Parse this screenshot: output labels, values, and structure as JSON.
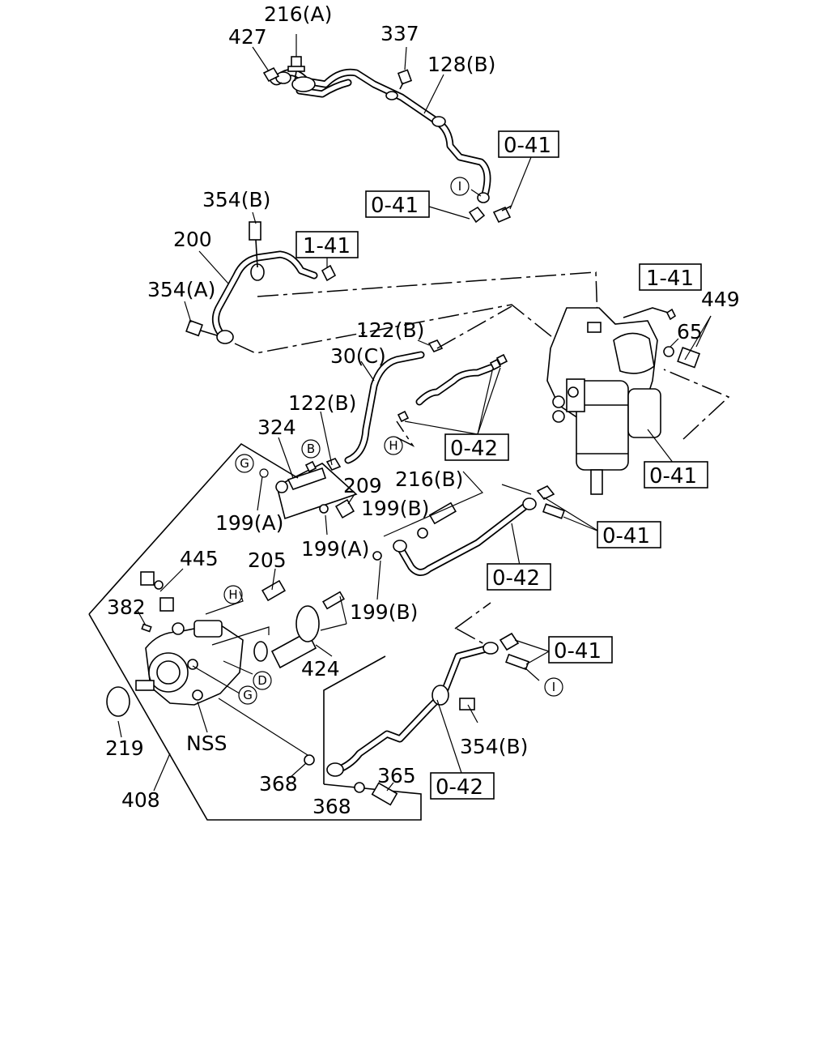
{
  "labels": {
    "p216a": "216(A)",
    "p427": "427",
    "p337": "337",
    "p128b": "128(B)",
    "p354b_top": "354(B)",
    "p200": "200",
    "p354a": "354(A)",
    "p122b_upper": "122(B)",
    "p30c": "30(C)",
    "p122b_lower": "122(B)",
    "p324": "324",
    "p449": "449",
    "p65": "65",
    "p209": "209",
    "p216b": "216(B)",
    "p199b_upper": "199(B)",
    "p199a_left": "199(A)",
    "p199a_mid": "199(A)",
    "p445": "445",
    "p205": "205",
    "p382": "382",
    "p199b_lower": "199(B)",
    "p424": "424",
    "p219": "219",
    "pNSS": "NSS",
    "p368_a": "368",
    "p408": "408",
    "p365": "365",
    "p368_b": "368",
    "p354b_bottom": "354(B)"
  },
  "refs": {
    "r041_a": "0-41",
    "r041_b": "0-41",
    "r141_a": "1-41",
    "r141_b": "1-41",
    "r042_a": "0-42",
    "r041_c": "0-41",
    "r041_d": "0-41",
    "r042_b": "0-42",
    "r041_e": "0-41",
    "r042_c": "0-42"
  },
  "circles": {
    "c_i_top": "I",
    "c_b": "B",
    "c_h_right": "H",
    "c_g_top": "G",
    "c_h_pump": "H",
    "c_d": "D",
    "c_g_pump": "G",
    "c_i_bottom": "I"
  }
}
